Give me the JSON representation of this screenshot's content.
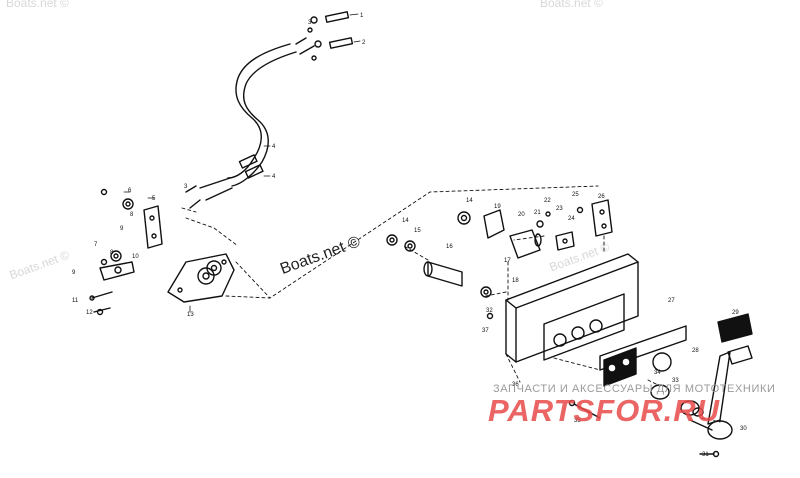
{
  "watermarks": {
    "corner_repeat": "Boats.net ©",
    "center": "Boats.net ©"
  },
  "brand": {
    "tagline": "ЗАПЧАСТИ И АКСЕССУАРЫ ДЛЯ МОТОТЕХНИКИ",
    "name": "PARTSFOR.RU"
  },
  "part_labels": [
    "1",
    "2",
    "3",
    "3",
    "4",
    "4",
    "5",
    "6",
    "7",
    "8",
    "8",
    "9",
    "9",
    "10",
    "11",
    "12",
    "13",
    "14",
    "14",
    "15",
    "16",
    "17",
    "18",
    "19",
    "20",
    "21",
    "22",
    "23",
    "24",
    "25",
    "26",
    "27",
    "28",
    "29",
    "30",
    "31",
    "32",
    "33",
    "34",
    "35",
    "36",
    "37"
  ],
  "colors": {
    "line": "#111111",
    "brand_red": "#e84b4b",
    "watermark_gray": "#b8b8b8"
  }
}
